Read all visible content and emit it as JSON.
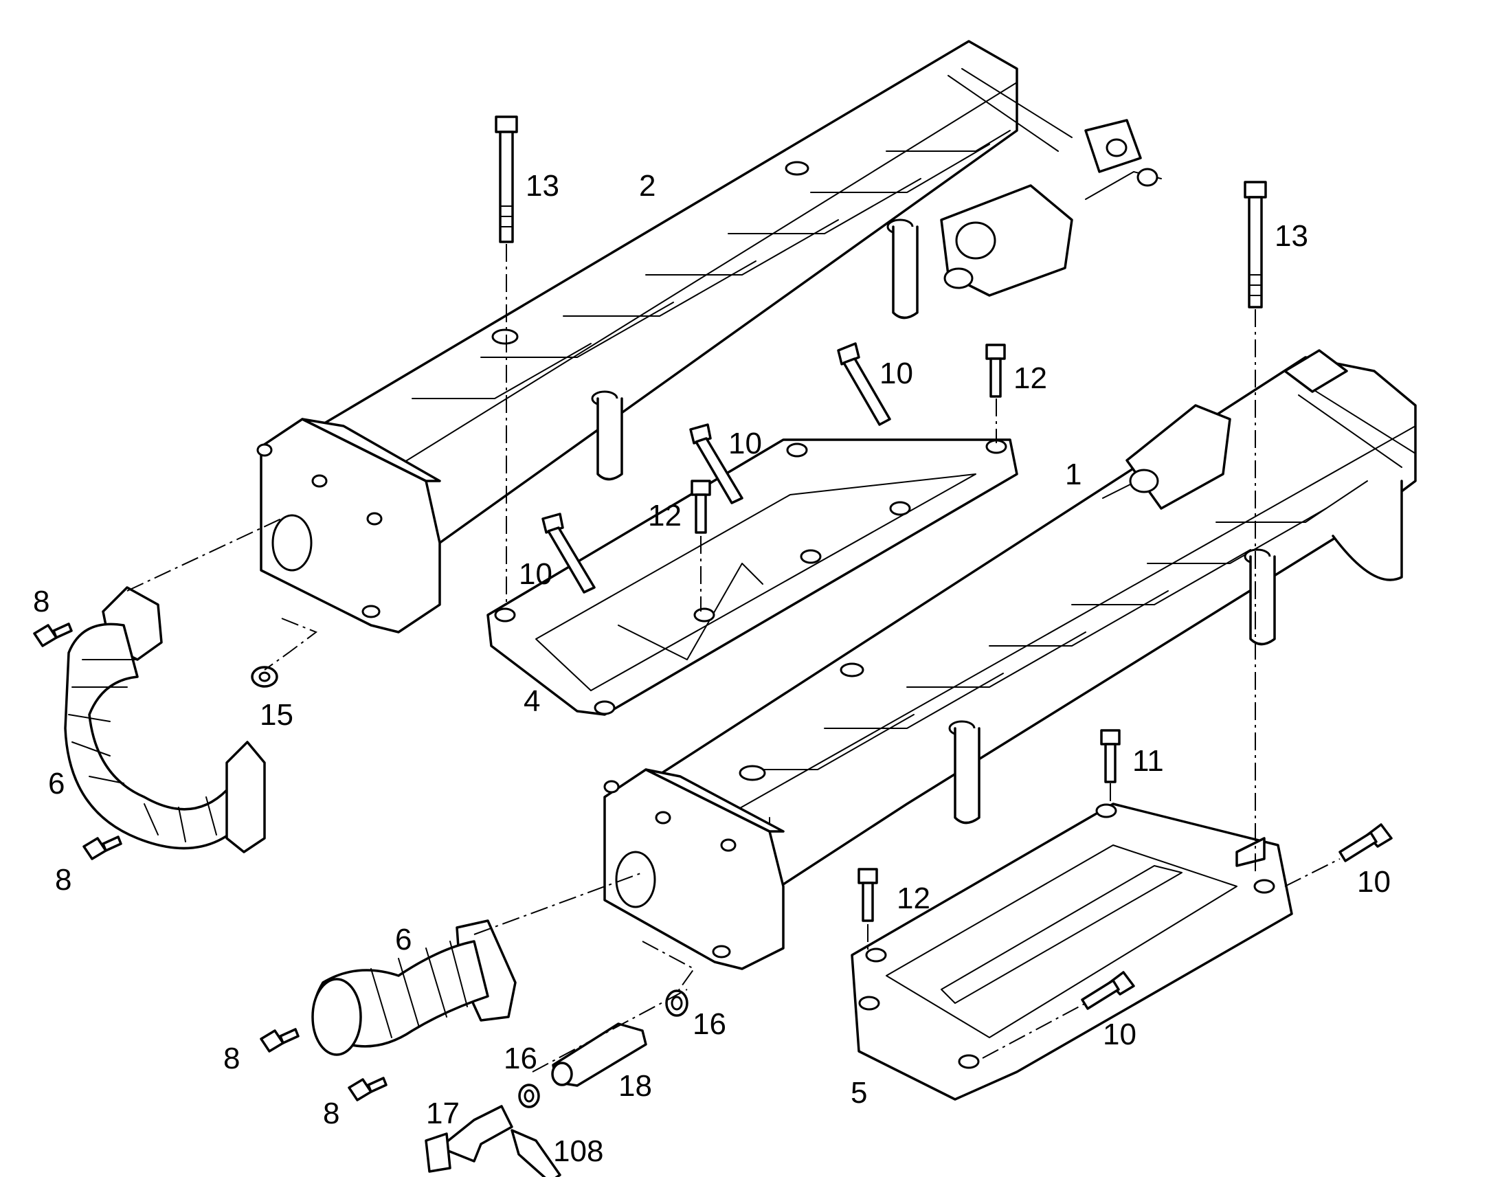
{
  "callouts": {
    "item_1": "1",
    "item_2": "2",
    "item_4": "4",
    "item_5": "5",
    "item_6_upper": "6",
    "item_6_lower": "6",
    "item_8_a": "8",
    "item_8_b": "8",
    "item_8_c": "8",
    "item_8_d": "8",
    "item_10_a": "10",
    "item_10_b": "10",
    "item_10_c": "10",
    "item_10_d": "10",
    "item_10_e": "10",
    "item_11": "11",
    "item_12_a": "12",
    "item_12_b": "12",
    "item_12_c": "12",
    "item_13_a": "13",
    "item_13_b": "13",
    "item_15": "15",
    "item_16_a": "16",
    "item_16_b": "16",
    "item_17": "17",
    "item_18": "18",
    "item_108": "108"
  }
}
